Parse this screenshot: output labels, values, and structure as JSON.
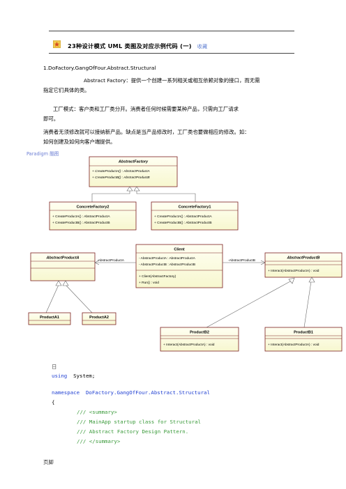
{
  "header": {
    "title": "23种设计模式 UML 类图及对应示例代码 (一)",
    "favorite_label": "收藏"
  },
  "section": {
    "heading": "1.DoFactory.GangOfFour.Abstract.Structural",
    "para1_line1": "Abstract Factory：提供一个创建一系列相关或相互依赖对象的接口，而无需",
    "para1_line2": "指定它们具体的类。",
    "para2_line1": "工厂模式：客户类和工厂类分开。消费者任何时候需要某种产品，只需向工厂请求",
    "para2_line2": "即可。",
    "para3_line1": "消费者无须修改就可以接纳新产品。缺点是当产品修改时，工厂类也要做相应的修改。如：",
    "para3_line2": "如何创建及如何向客户端提供。"
  },
  "diagram_annotation": "Paradigm 酷图",
  "diagram": {
    "abstract_factory": {
      "name": "AbstractFactory",
      "ops": [
        "+ CreateProductA() : AbstractProductA",
        "+ CreateProductB() : AbstractProductB"
      ]
    },
    "concrete_factory2": {
      "name": "ConcreteFactory2",
      "ops": [
        "+ CreateProductA() : AbstractProductA",
        "+ CreateProductB() : AbstractProductB"
      ]
    },
    "concrete_factory1": {
      "name": "ConcreteFactory1",
      "ops": [
        "+ CreateProductA() : AbstractProductA",
        "+ CreateProductB() : AbstractProductB"
      ]
    },
    "client": {
      "name": "Client",
      "attrs": [
        "- AbstractProductA : AbstractProductA",
        "- AbstractProductB : AbstractProductB"
      ],
      "ops": [
        "+ Client(AbstractFactory)",
        "+ Run() : void"
      ]
    },
    "abstract_product_a": {
      "name": "AbstractProductA"
    },
    "abstract_product_b": {
      "name": "AbstractProductB",
      "ops": [
        "+ Interact(AbstractProductA) : void"
      ]
    },
    "product_a1": {
      "name": "ProductA1"
    },
    "product_a2": {
      "name": "ProductA2"
    },
    "product_b2": {
      "name": "ProductB2",
      "ops": [
        "+ Interact(AbstractProductA) : void"
      ]
    },
    "product_b1": {
      "name": "ProductB1",
      "ops": [
        "+ Interact(AbstractProductA) : void"
      ]
    },
    "assoc_a_label": "-AbstractProductA",
    "assoc_b_label": "-AbstractProductB"
  },
  "code": {
    "using_kw": "using",
    "using_rest": "System;",
    "namespace_kw": "namespace",
    "namespace_name": "DoFactory.GangOfFour.Abstract.Structural",
    "brace": "{",
    "comments": [
      "/// <summary>",
      "/// MainApp startup class for Structural",
      "/// Abstract Factory Design Pattern.",
      "/// </summary>"
    ],
    "collapse_glyph": "日"
  },
  "footer": "页脚",
  "colors": {
    "uml_fill": "#fdfde0",
    "uml_stroke": "#7a1f1f",
    "keyword": "#1f3fd2",
    "comment": "#3a9a3a"
  }
}
